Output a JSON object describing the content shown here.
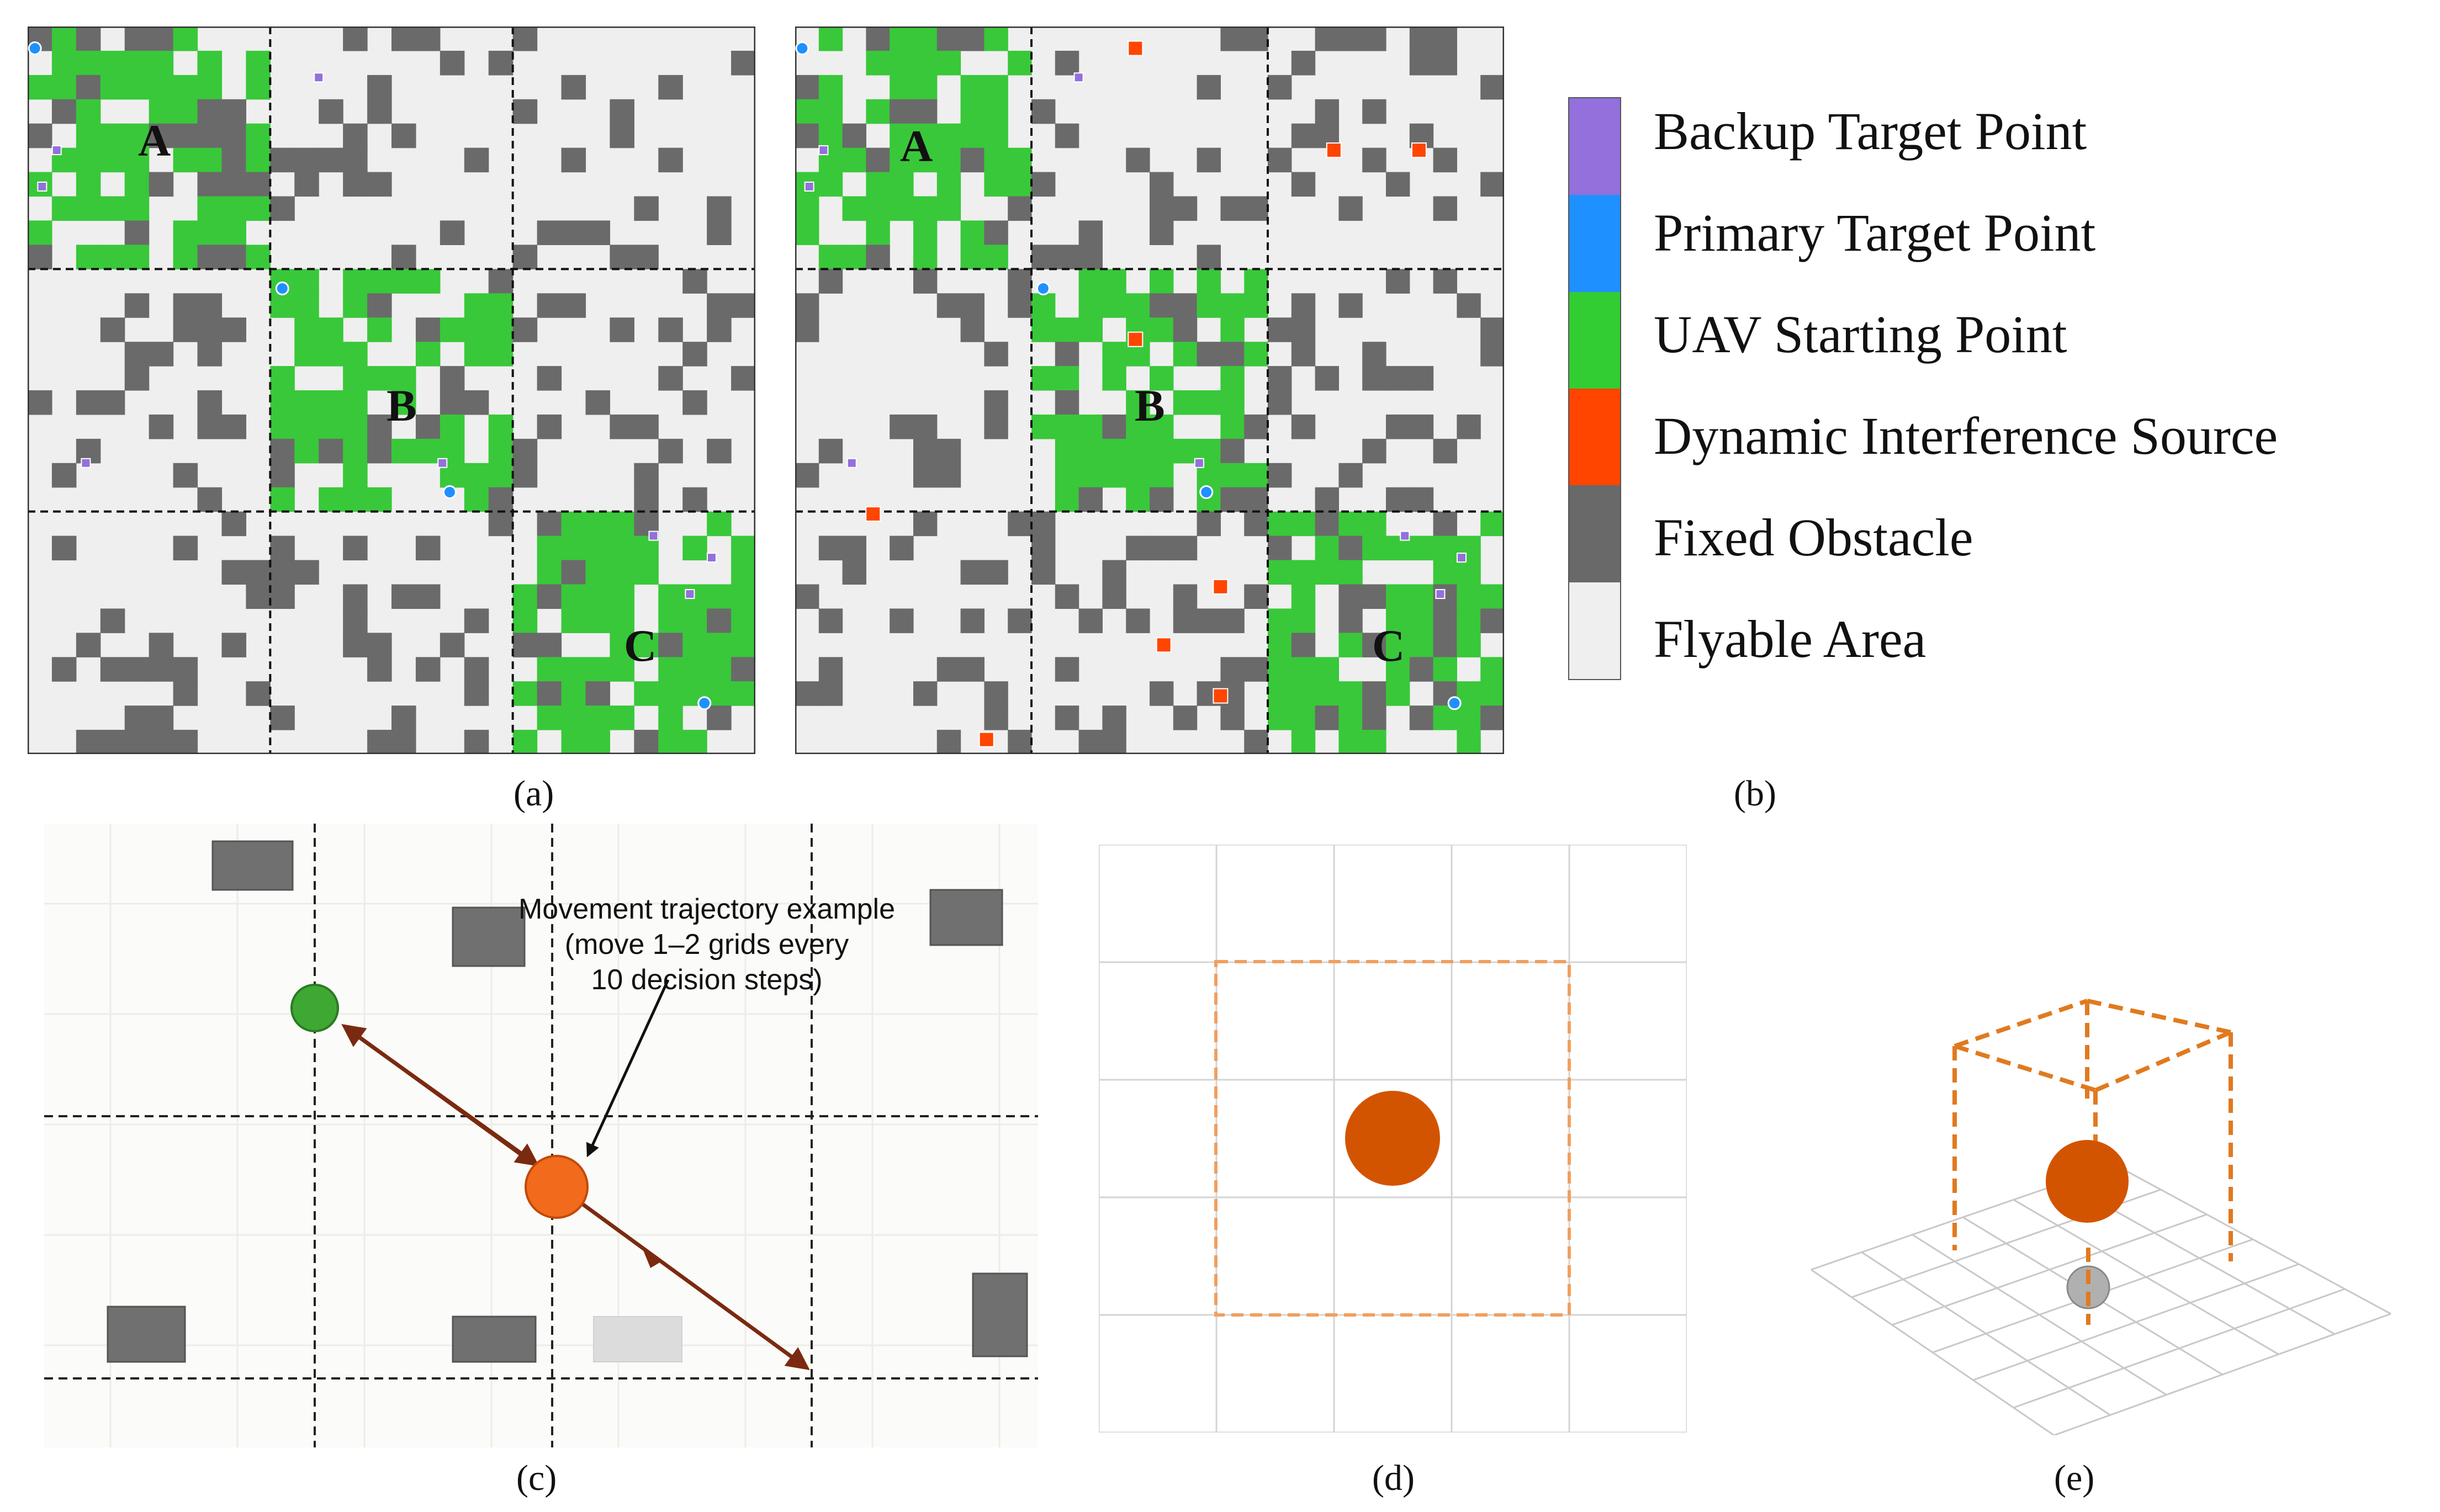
{
  "legend": {
    "items": [
      {
        "label": "Backup Target Point",
        "color": "#9370DB"
      },
      {
        "label": "Primary Target Point",
        "color": "#1E90FF"
      },
      {
        "label": "UAV Starting Point",
        "color": "#32CD32"
      },
      {
        "label": "Dynamic Interference Source",
        "color": "#FF4500"
      },
      {
        "label": "Fixed Obstacle",
        "color": "#696969"
      },
      {
        "label": "Flyable Area",
        "color": "#EFEFEF"
      }
    ]
  },
  "colors": {
    "flyable": "#EFEFEF",
    "obstacle": "#6A6A6A",
    "start": "#39C83A",
    "primary": "#1E90FF",
    "backup": "#9370DB",
    "interference": "#FF4500",
    "dash_orange": "#E08030",
    "source_orange": "#D35400"
  },
  "panels": {
    "a": {
      "label": "(a)",
      "regions": [
        "A",
        "B",
        "C"
      ]
    },
    "b": {
      "label": "(b)",
      "regions": [
        "A",
        "B",
        "C"
      ]
    },
    "c": {
      "label": "(c)",
      "annotation": [
        "Movement trajectory example",
        "(move 1–2 grids every",
        "10 decision steps)"
      ]
    },
    "d": {
      "label": "(d)"
    },
    "e": {
      "label": "(e)"
    }
  }
}
